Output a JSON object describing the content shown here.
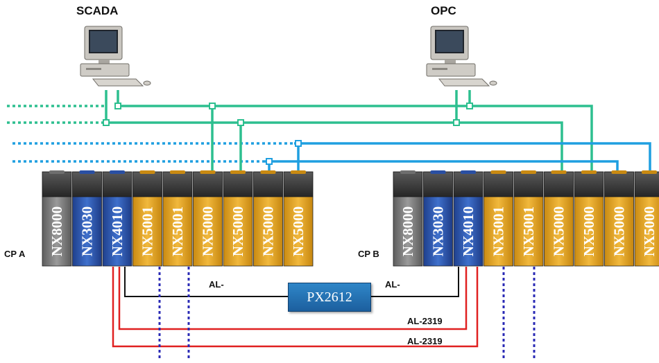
{
  "stations": {
    "scada": "SCADA",
    "opc": "OPC"
  },
  "controllers": {
    "a": {
      "label": "CP A",
      "modules": [
        "NX8000",
        "NX3030",
        "NX4010",
        "NX5001",
        "NX5001",
        "NX5000",
        "NX5000",
        "NX5000",
        "NX5000"
      ]
    },
    "b": {
      "label": "CP B",
      "modules": [
        "NX8000",
        "NX3030",
        "NX4010",
        "NX5001",
        "NX5001",
        "NX5000",
        "NX5000",
        "NX5000",
        "NX5000"
      ]
    }
  },
  "switch": {
    "label": "PX2612"
  },
  "cables": {
    "al_left": "AL-",
    "al_right": "AL-",
    "al2319_top": "AL-2319",
    "al2319_bottom": "AL-2319"
  },
  "colors": {
    "network_green": "#2dbf8f",
    "network_blue": "#1f9fe0",
    "cable_red": "#e02020",
    "cable_black": "#111111",
    "field_bus_blue": "#2a2ab5",
    "module_gray": "#7d7d7d",
    "module_blue": "#2f5fb8",
    "module_gold": "#e3a628"
  },
  "icons": {
    "workstation": "desktop-computer-icon"
  }
}
